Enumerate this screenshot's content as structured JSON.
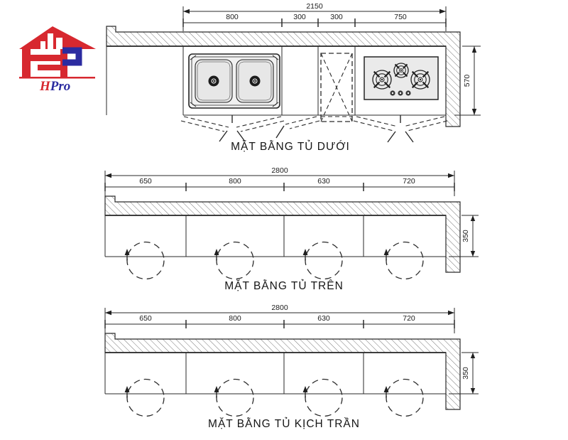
{
  "logo": {
    "name": "HPro logo",
    "text_h": "H",
    "text_tail": "Pro"
  },
  "colors": {
    "line": "#2a2a2a",
    "hatch": "#6a6a6a",
    "appliance_fill": "#eaeaea",
    "sink_fill": "#f1f1f1",
    "bowl_fill": "#e7e7e7",
    "drain": "#1c1c1c",
    "logo_red": "#d7282f",
    "logo_blue": "#2b2ba0"
  },
  "plans": [
    {
      "caption": "MẶT BẰNG TỦ DƯỚI",
      "total": "2150",
      "segments": [
        "800",
        "300",
        "300",
        "750"
      ],
      "side_dim": "570"
    },
    {
      "caption": "MẶT BẰNG TỦ TRÊN",
      "total": "2800",
      "segments": [
        "650",
        "800",
        "630",
        "720"
      ],
      "side_dim": "350"
    },
    {
      "caption": "MẶT BẰNG TỦ KỊCH TRẦN",
      "total": "2800",
      "segments": [
        "650",
        "800",
        "630",
        "720"
      ],
      "side_dim": "350"
    }
  ]
}
